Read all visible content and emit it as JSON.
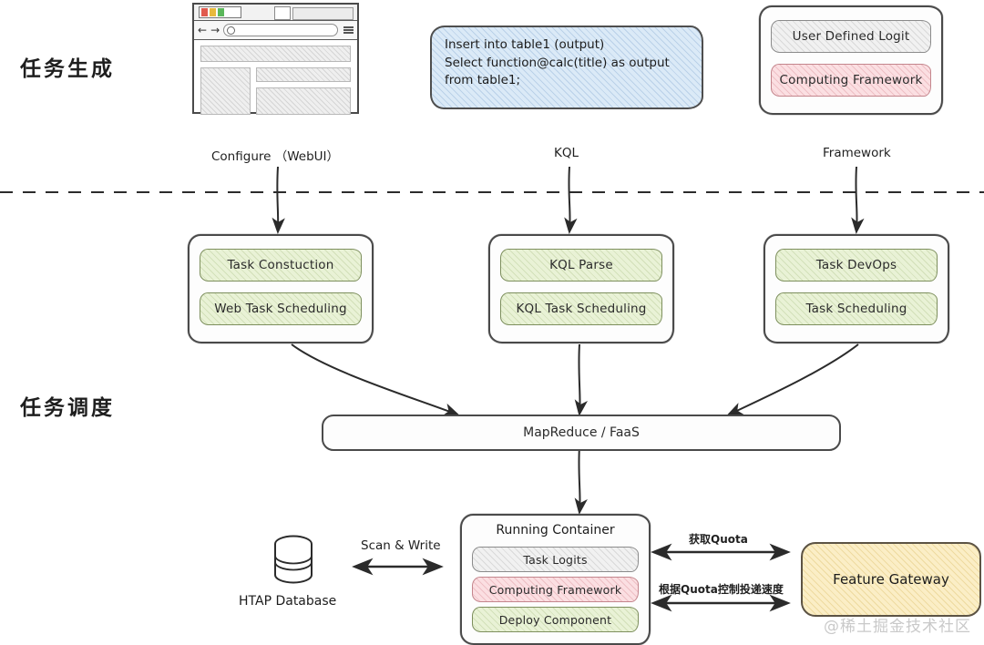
{
  "sections": {
    "generation_label": "任务生成",
    "scheduling_label": "任务调度"
  },
  "sources": {
    "webui": {
      "kind": "browser-mockup",
      "edge_label": "Configure （WebUI）"
    },
    "kql": {
      "code_lines": "Insert into table1 (output)\nSelect function@calc(title) as output\nfrom table1;",
      "edge_label": "KQL"
    },
    "framework": {
      "edge_label": "Framework",
      "items": [
        {
          "label": "User Defined Logit",
          "fill": "grey"
        },
        {
          "label": "Computing Framework",
          "fill": "pink"
        }
      ]
    }
  },
  "scheduling_groups": [
    {
      "name": "web-group",
      "items": [
        {
          "label": "Task Constuction",
          "fill": "green"
        },
        {
          "label": "Web Task Scheduling",
          "fill": "green"
        }
      ]
    },
    {
      "name": "kql-group",
      "items": [
        {
          "label": "KQL Parse",
          "fill": "green"
        },
        {
          "label": "KQL Task Scheduling",
          "fill": "green"
        }
      ]
    },
    {
      "name": "devops-group",
      "items": [
        {
          "label": "Task DevOps",
          "fill": "green"
        },
        {
          "label": "Task Scheduling",
          "fill": "green"
        }
      ]
    }
  ],
  "runtime_bar": {
    "label": "MapReduce / FaaS"
  },
  "container": {
    "title": "Running Container",
    "items": [
      {
        "label": "Task Logits",
        "fill": "grey"
      },
      {
        "label": "Computing Framework",
        "fill": "pink"
      },
      {
        "label": "Deploy Component",
        "fill": "green"
      }
    ]
  },
  "database": {
    "caption": "HTAP Database"
  },
  "gateway": {
    "label": "Feature Gateway"
  },
  "edges": {
    "scan_write": "Scan & Write",
    "get_quota": "获取Quota",
    "quota_rate": "根据Quota控制投递速度"
  },
  "watermark": "@稀土掘金技术社区",
  "colors": {
    "ink": "#2b2b2b",
    "green": "#e9f2d6",
    "grey": "#f1f1f1",
    "pink": "#fbdfe2",
    "blue": "#dbeaf7",
    "yellow": "#fbeec6"
  }
}
